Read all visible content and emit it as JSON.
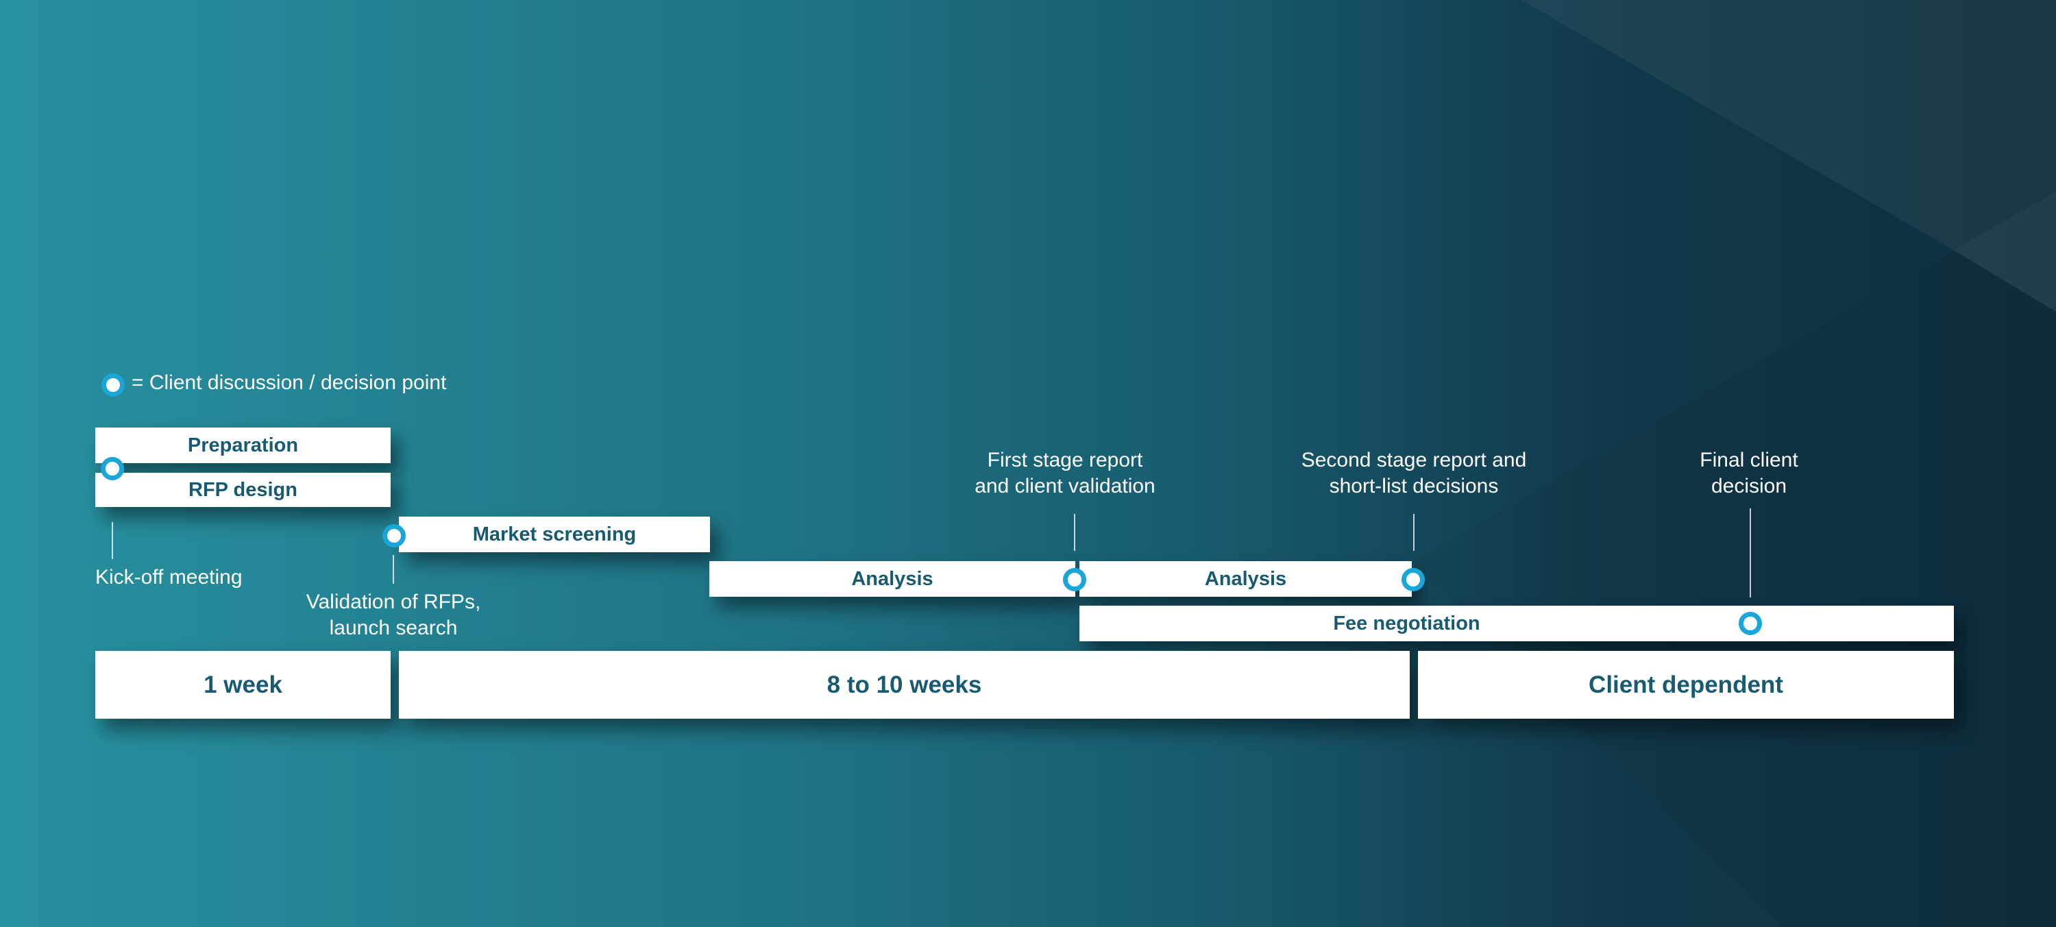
{
  "legend": {
    "text": "= Client discussion / decision point"
  },
  "bars": {
    "preparation": "Preparation",
    "rfp_design": "RFP design",
    "market_screening": "Market screening",
    "analysis_1": "Analysis",
    "analysis_2": "Analysis",
    "fee_negotiation": "Fee negotiation"
  },
  "durations": {
    "phase_1": "1 week",
    "phase_2": "8 to 10 weeks",
    "phase_3": "Client dependent"
  },
  "milestones": {
    "kickoff": [
      "Kick-off meeting"
    ],
    "validation": [
      "Validation of RFPs,",
      "launch search"
    ],
    "first_stage": [
      "First stage report",
      "and client validation"
    ],
    "second_stage": [
      "Second stage report and",
      "short-list decisions"
    ],
    "final": [
      "Final client",
      "decision"
    ]
  },
  "colors": {
    "marker_ring": "#1ba6d9",
    "bar_text": "#175a71",
    "bar_fill": "#ffffff",
    "background_left": "#27909f",
    "background_right": "#0e2e3e"
  }
}
